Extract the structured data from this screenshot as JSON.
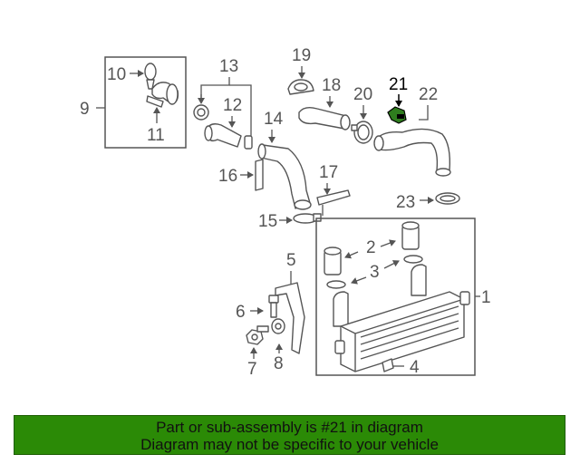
{
  "callouts": {
    "c1": "1",
    "c2": "2",
    "c3": "3",
    "c4": "4",
    "c5": "5",
    "c6": "6",
    "c7": "7",
    "c8": "8",
    "c9": "9",
    "c10": "10",
    "c11": "11",
    "c12": "12",
    "c13": "13",
    "c14": "14",
    "c15": "15",
    "c16": "16",
    "c17": "17",
    "c18": "18",
    "c19": "19",
    "c20": "20",
    "c21": "21",
    "c22": "22",
    "c23": "23"
  },
  "highlight": {
    "part_number": "21",
    "color": "#2f7d1e"
  },
  "banner": {
    "line1": "Part or sub-assembly is #21 in diagram",
    "line2": "Diagram may not be specific to your vehicle",
    "background": "#2b8a06"
  }
}
